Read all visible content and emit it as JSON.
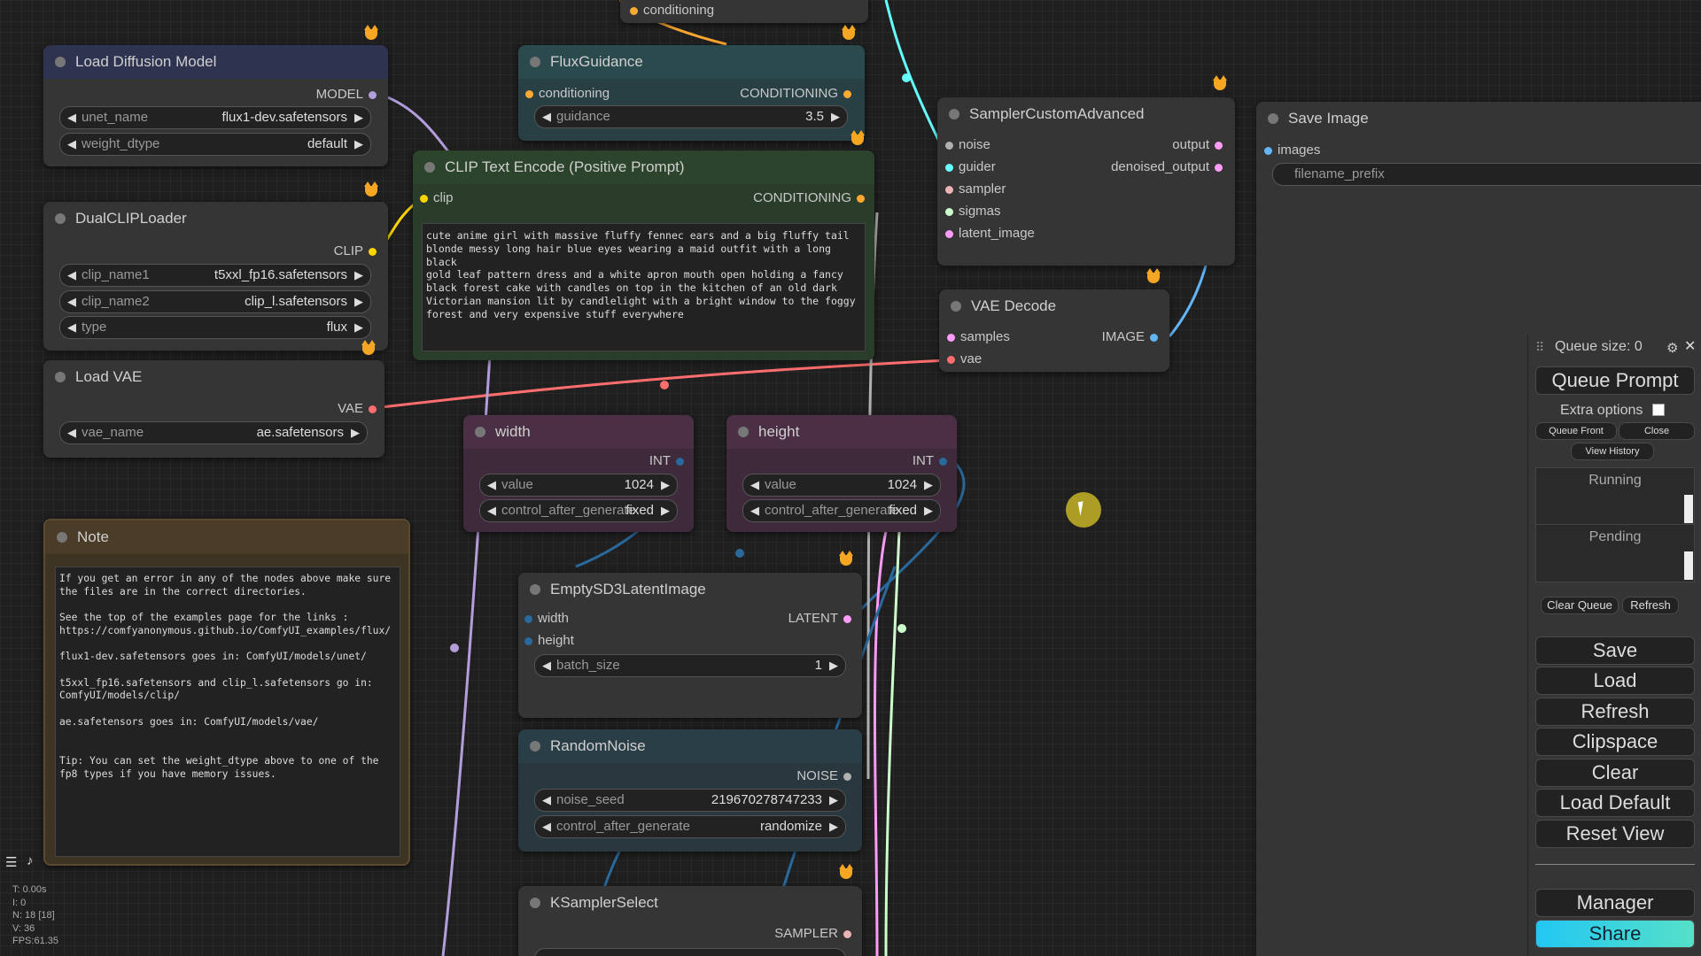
{
  "nodes": {
    "load_diffusion": {
      "title": "Load Diffusion Model",
      "output": "MODEL",
      "unet_label": "unet_name",
      "unet_value": "flux1-dev.safetensors",
      "dtype_label": "weight_dtype",
      "dtype_value": "default"
    },
    "dual_clip": {
      "title": "DualCLIPLoader",
      "output": "CLIP",
      "clip1_label": "clip_name1",
      "clip1_value": "t5xxl_fp16.safetensors",
      "clip2_label": "clip_name2",
      "clip2_value": "clip_l.safetensors",
      "type_label": "type",
      "type_value": "flux"
    },
    "load_vae": {
      "title": "Load VAE",
      "output": "VAE",
      "vae_label": "vae_name",
      "vae_value": "ae.safetensors"
    },
    "note": {
      "title": "Note",
      "text": "If you get an error in any of the nodes above make sure\nthe files are in the correct directories.\n\nSee the top of the examples page for the links :\nhttps://comfyanonymous.github.io/ComfyUI_examples/flux/\n\nflux1-dev.safetensors goes in: ComfyUI/models/unet/\n\nt5xxl_fp16.safetensors and clip_l.safetensors go in:\nComfyUI/models/clip/\n\nae.safetensors goes in: ComfyUI/models/vae/\n\n\nTip: You can set the weight_dtype above to one of the\nfp8 types if you have memory issues."
    },
    "conditioning_top": {
      "label": "conditioning"
    },
    "flux_guidance": {
      "title": "FluxGuidance",
      "input": "conditioning",
      "output": "CONDITIONING",
      "guidance_label": "guidance",
      "guidance_value": "3.5"
    },
    "clip_text": {
      "title": "CLIP Text Encode (Positive Prompt)",
      "input": "clip",
      "output": "CONDITIONING",
      "prompt": "cute anime girl with massive fluffy fennec ears and a big fluffy tail\nblonde messy long hair blue eyes wearing a maid outfit with a long black\ngold leaf pattern dress and a white apron mouth open holding a fancy\nblack forest cake with candles on top in the kitchen of an old dark\nVictorian mansion lit by candlelight with a bright window to the foggy\nforest and very expensive stuff everywhere"
    },
    "width": {
      "title": "width",
      "output": "INT",
      "value_label": "value",
      "value": "1024",
      "cag_label": "control_after_generate",
      "cag_value": "fixed"
    },
    "height": {
      "title": "height",
      "output": "INT",
      "value_label": "value",
      "value": "1024",
      "cag_label": "control_after_generate",
      "cag_value": "fixed"
    },
    "empty_latent": {
      "title": "EmptySD3LatentImage",
      "in_width": "width",
      "in_height": "height",
      "output": "LATENT",
      "batch_label": "batch_size",
      "batch_value": "1"
    },
    "random_noise": {
      "title": "RandomNoise",
      "output": "NOISE",
      "seed_label": "noise_seed",
      "seed_value": "219670278747233",
      "cag_label": "control_after_generate",
      "cag_value": "randomize"
    },
    "ksampler_select": {
      "title": "KSamplerSelect",
      "output": "SAMPLER"
    },
    "sampler_custom": {
      "title": "SamplerCustomAdvanced",
      "in_noise": "noise",
      "in_guider": "guider",
      "in_sampler": "sampler",
      "in_sigmas": "sigmas",
      "in_latent": "latent_image",
      "out_output": "output",
      "out_denoised": "denoised_output"
    },
    "vae_decode": {
      "title": "VAE Decode",
      "in_samples": "samples",
      "in_vae": "vae",
      "output": "IMAGE"
    },
    "save_image": {
      "title": "Save Image",
      "input": "images",
      "prefix_label": "filename_prefix"
    }
  },
  "menu": {
    "queue_size": "Queue size: 0",
    "queue_prompt": "Queue Prompt",
    "extra_options": "Extra options",
    "queue_front": "Queue Front",
    "close": "Close",
    "view_history": "View History",
    "running": "Running",
    "pending": "Pending",
    "clear_queue": "Clear Queue",
    "refresh_small": "Refresh",
    "save": "Save",
    "load": "Load",
    "refresh": "Refresh",
    "clipspace": "Clipspace",
    "clear": "Clear",
    "load_default": "Load Default",
    "reset_view": "Reset View",
    "manager": "Manager",
    "share": "Share"
  },
  "stats": {
    "t": "T: 0.00s",
    "i": "I: 0",
    "n": "N: 18 [18]",
    "v": "V: 36",
    "fps": "FPS:61.35"
  },
  "colors": {
    "model": "#b39ddb",
    "clip": "#ffd500",
    "conditioning": "#ffa931",
    "vae": "#ff6e6e",
    "int": "#29699c",
    "latent": "#ff9cf9",
    "noise": "#b0b0b0",
    "sampler": "#ecb4b4",
    "image": "#64b5f6",
    "guider": "#66ffff",
    "sigmas": "#cdffcd",
    "share": "#3dd6f5"
  }
}
